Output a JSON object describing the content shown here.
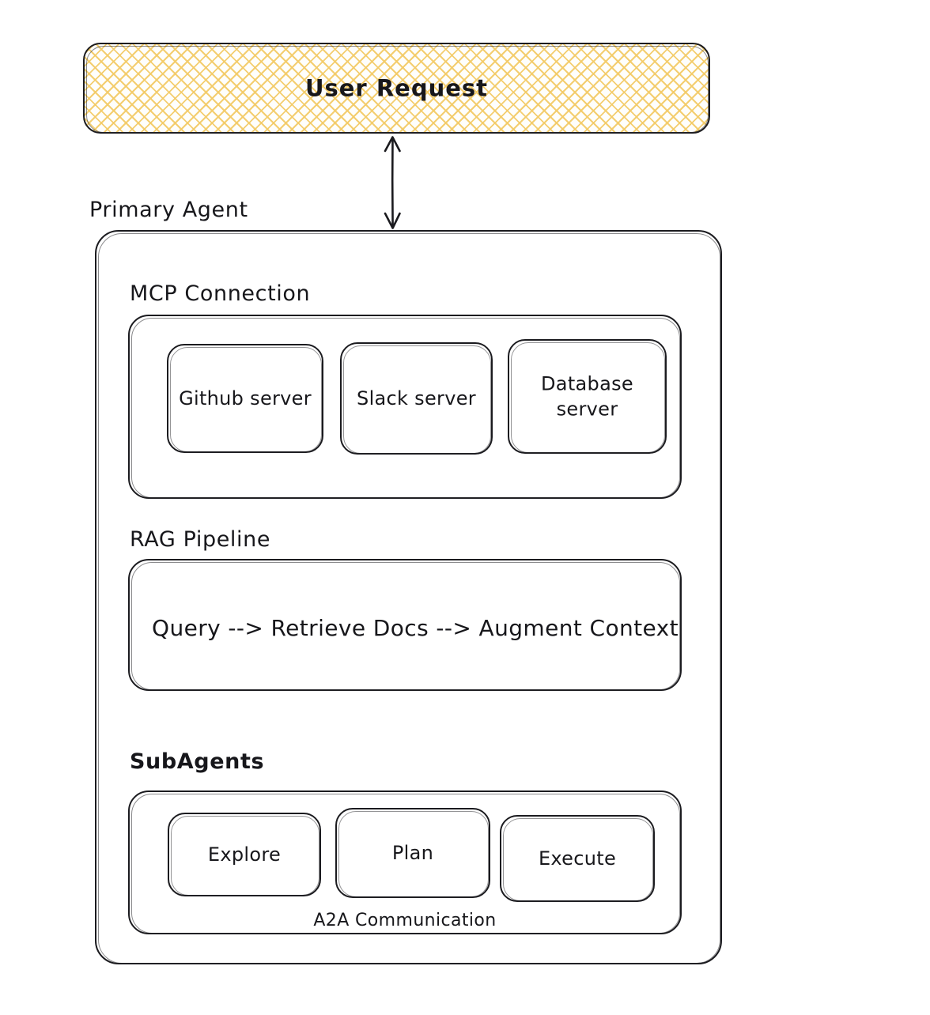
{
  "diagram": {
    "title_node": {
      "label": "User Request",
      "fill_pattern": "hachure-cross",
      "fill_color": "#f3cb68",
      "stroke_color": "#1b1b1f"
    },
    "connector": {
      "name": "bidirectional-arrow",
      "from": "User Request",
      "to": "Primary Agent",
      "style": "double-headed"
    },
    "primary_agent": {
      "label": "Primary Agent",
      "sections": [
        {
          "id": "mcp",
          "label": "MCP Connection",
          "children": [
            {
              "label": "Github server"
            },
            {
              "label": "Slack server"
            },
            {
              "label": "Database server"
            }
          ]
        },
        {
          "id": "rag",
          "label": "RAG Pipeline",
          "flow_text": "Query --> Retrieve Docs --> Augment Context"
        },
        {
          "id": "subagents",
          "label": "SubAgents",
          "children": [
            {
              "label": "Explore"
            },
            {
              "label": "Plan"
            },
            {
              "label": "Execute"
            }
          ],
          "footer_label": "A2A Communication"
        }
      ]
    },
    "colors": {
      "stroke": "#1b1b1f",
      "background": "#ffffff",
      "accent_hachure": "#f3cb68",
      "text": "#17171b"
    }
  }
}
